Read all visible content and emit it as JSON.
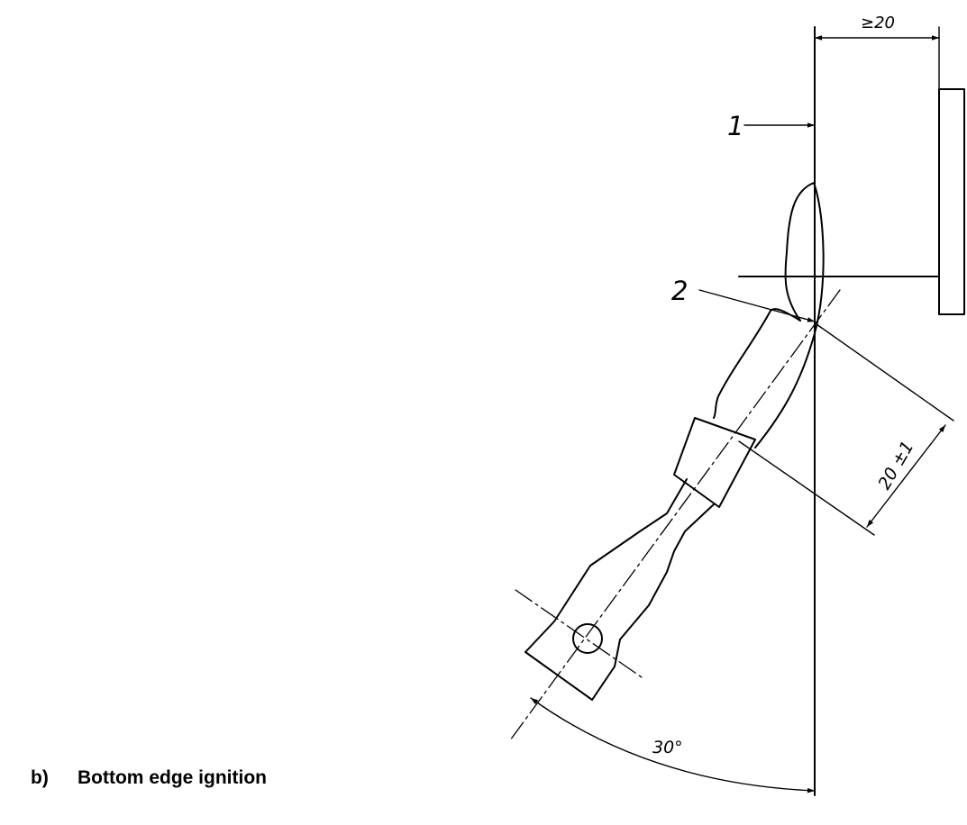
{
  "figure": {
    "caption_tag": "b)",
    "caption_text": "Bottom edge ignition"
  },
  "labels": {
    "callout_1": "1",
    "callout_2": "2",
    "dim_gap": "≥20",
    "dim_distance": "20 ±1",
    "dim_angle": "30°"
  }
}
